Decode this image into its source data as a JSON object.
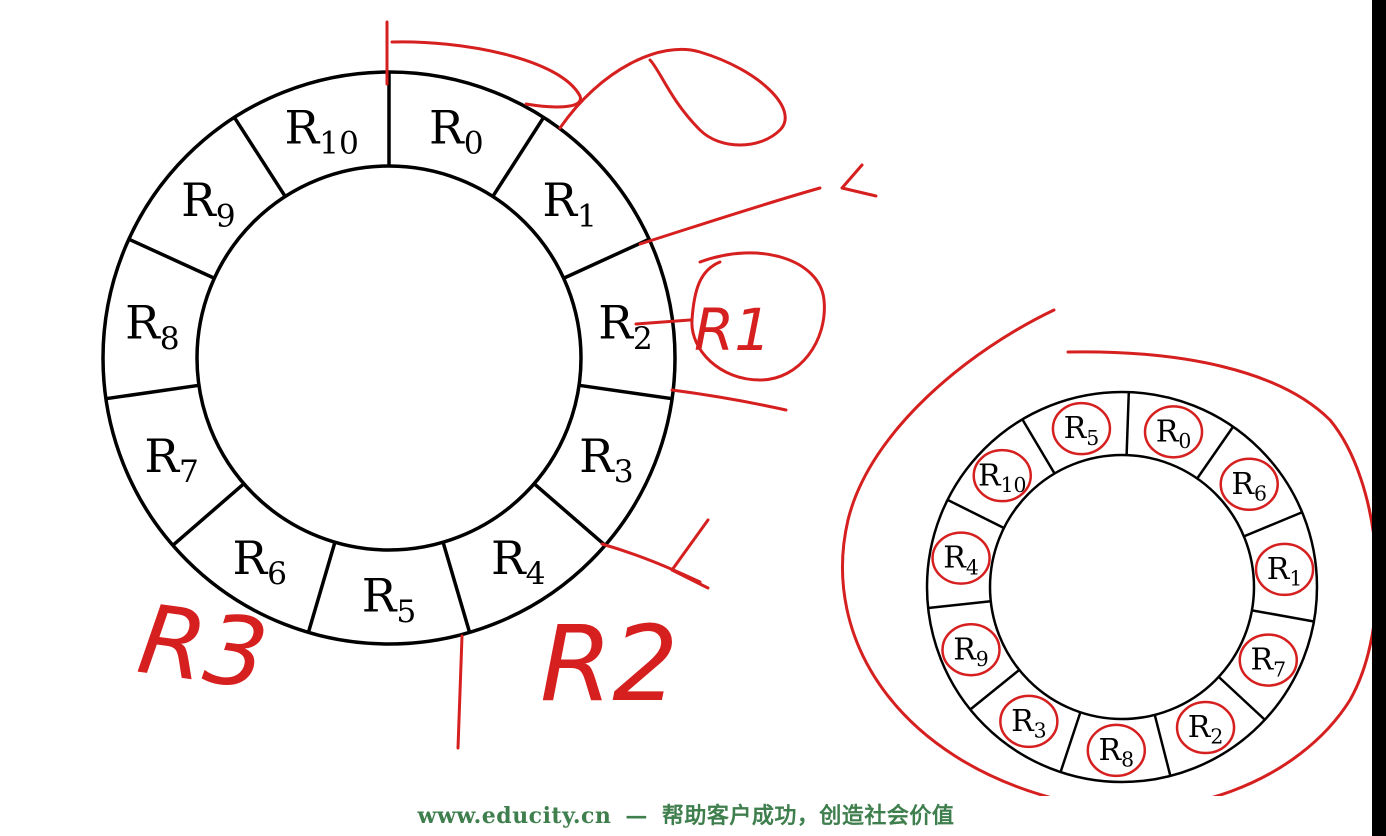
{
  "colors": {
    "ink": "#d61f1f",
    "footer_text": "#3f7e4d",
    "ring": "#000000"
  },
  "big_ring": {
    "sectors": [
      {
        "base": "R",
        "sub": "0"
      },
      {
        "base": "R",
        "sub": "1"
      },
      {
        "base": "R",
        "sub": "2"
      },
      {
        "base": "R",
        "sub": "3"
      },
      {
        "base": "R",
        "sub": "4"
      },
      {
        "base": "R",
        "sub": "5"
      },
      {
        "base": "R",
        "sub": "6"
      },
      {
        "base": "R",
        "sub": "7"
      },
      {
        "base": "R",
        "sub": "8"
      },
      {
        "base": "R",
        "sub": "9"
      },
      {
        "base": "R",
        "sub": "10"
      }
    ]
  },
  "small_ring": {
    "sectors": [
      {
        "base": "R",
        "sub": "0"
      },
      {
        "base": "R",
        "sub": "6"
      },
      {
        "base": "R",
        "sub": "1"
      },
      {
        "base": "R",
        "sub": "7"
      },
      {
        "base": "R",
        "sub": "2"
      },
      {
        "base": "R",
        "sub": "8"
      },
      {
        "base": "R",
        "sub": "3"
      },
      {
        "base": "R",
        "sub": "9"
      },
      {
        "base": "R",
        "sub": "4"
      },
      {
        "base": "R",
        "sub": "10"
      },
      {
        "base": "R",
        "sub": "5"
      }
    ]
  },
  "handwriting": {
    "r1_label": "R1",
    "r2_label": "R2",
    "r3_label": "R3"
  },
  "footer": {
    "site": "www.educity.cn",
    "sep": "—",
    "slogan": "帮助客户成功，创造社会价值"
  }
}
